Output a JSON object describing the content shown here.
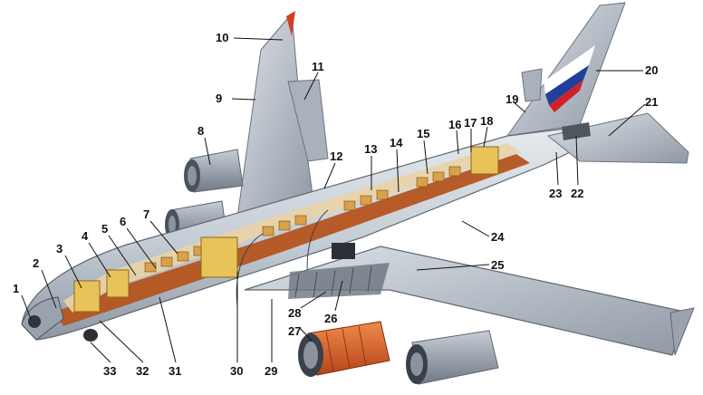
{
  "callouts": [
    "1",
    "2",
    "3",
    "4",
    "5",
    "6",
    "7",
    "8",
    "9",
    "10",
    "11",
    "12",
    "13",
    "14",
    "15",
    "16",
    "17",
    "18",
    "19",
    "20",
    "21",
    "22",
    "23",
    "24",
    "25",
    "26",
    "27",
    "28",
    "29",
    "30",
    "31",
    "32",
    "33"
  ],
  "colors": {
    "fuselage": "#c9d0d8",
    "fuselage_shade": "#8e98a4",
    "wing": "#b9c1cb",
    "wing_dark": "#7f8a96",
    "cabin_floor": "#b5541f",
    "seats": "#d9a14a",
    "galley": "#e8c35a",
    "engine_cut": "#e0662a",
    "flag_white": "#ffffff",
    "flag_blue": "#1f3f9a",
    "flag_red": "#d0202a"
  },
  "icons": [
    "aircraft-cutaway",
    "tail-flag"
  ]
}
